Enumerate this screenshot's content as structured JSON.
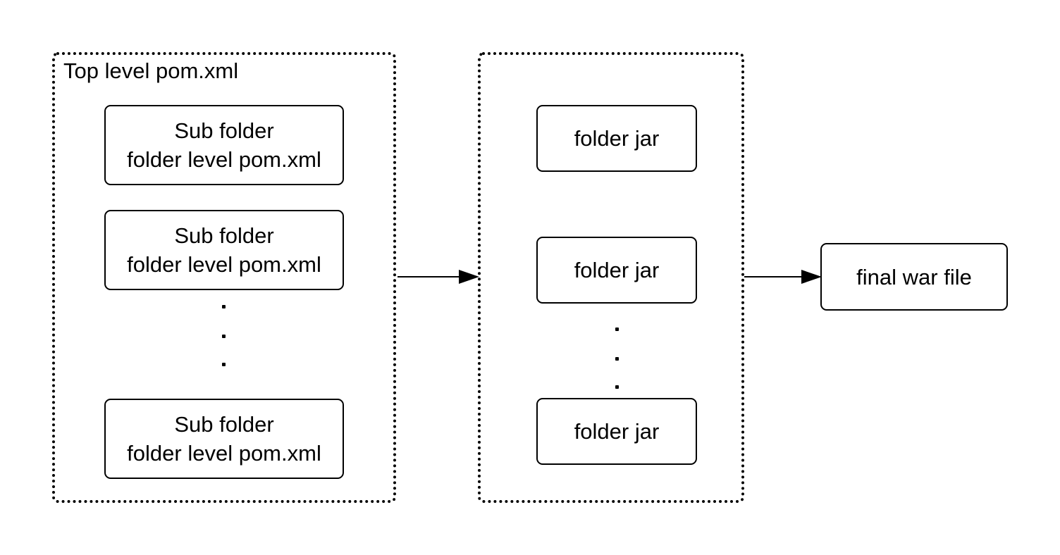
{
  "diagram": {
    "source_group": {
      "title": "Top level pom.xml",
      "subfolders": [
        {
          "line1": "Sub folder",
          "line2": "folder level pom.xml"
        },
        {
          "line1": "Sub folder",
          "line2": "folder level pom.xml"
        },
        {
          "line1": "Sub folder",
          "line2": "folder level pom.xml"
        }
      ]
    },
    "jar_group": {
      "jars": [
        {
          "label": "folder jar"
        },
        {
          "label": "folder jar"
        },
        {
          "label": "folder jar"
        }
      ]
    },
    "output": {
      "label": "final war file"
    },
    "edges": [
      {
        "from": "source_group",
        "to": "jar_group"
      },
      {
        "from": "jar_group",
        "to": "output"
      }
    ]
  }
}
